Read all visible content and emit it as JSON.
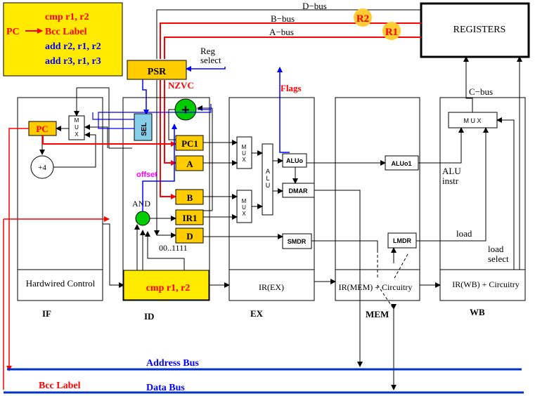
{
  "code": {
    "pc": "PC",
    "lines": [
      "cmp r1, r2",
      "Bcc Label",
      "add  r2, r1, r2",
      "add  r3, r1, r3"
    ]
  },
  "buses": {
    "d": "D−bus",
    "b": "B−bus",
    "a": "A−bus",
    "c": "C−bus",
    "address": "Address Bus",
    "data": "Data Bus"
  },
  "badges": {
    "r2": "R2",
    "r1": "R1"
  },
  "registers": "REGISTERS",
  "psr": {
    "label": "PSR",
    "flags": "NZVC"
  },
  "reg_select": [
    "Reg",
    "select"
  ],
  "flags": "Flags",
  "stages": {
    "if": "IF",
    "id": "ID",
    "ex": "EX",
    "mem": "MEM",
    "wb": "WB"
  },
  "if_stage": {
    "pc": "PC",
    "plus4": "+4",
    "mux": "M\nU\nX",
    "control": "Hardwired Control"
  },
  "id_stage": {
    "sel": "SEL",
    "plus": "+",
    "pc1": "PC1",
    "a": "A",
    "b": "B",
    "ir1": "IR1",
    "d": "D",
    "offset": "offset",
    "and": "AND",
    "mask": "00..1111",
    "ir": "cmp r1, r2"
  },
  "ex_stage": {
    "mux": "M\nU\nX",
    "alu": "A\nL\nU",
    "aluo": "ALUo",
    "dmar": "DMAR",
    "smdr": "SMDR",
    "ir": "IR(EX)"
  },
  "mem_stage": {
    "aluo1": "ALUo1",
    "lmdr": "LMDR",
    "ir": "IR(MEM) + Circuitry"
  },
  "wb_stage": {
    "mux": "M U X",
    "alu_instr": [
      "ALU",
      "instr"
    ],
    "load": "load",
    "load_select": [
      "load",
      "select"
    ],
    "ir": "IR(WB) + Circuitry"
  },
  "bcc_label": "Bcc Label",
  "colors": {
    "red": "#ff0000",
    "blue": "#0000ff",
    "yellow": "#ffea00",
    "orange": "#ffcc00",
    "green": "#00cc00",
    "sel": "#87ceeb",
    "bus": "#0033cc"
  }
}
